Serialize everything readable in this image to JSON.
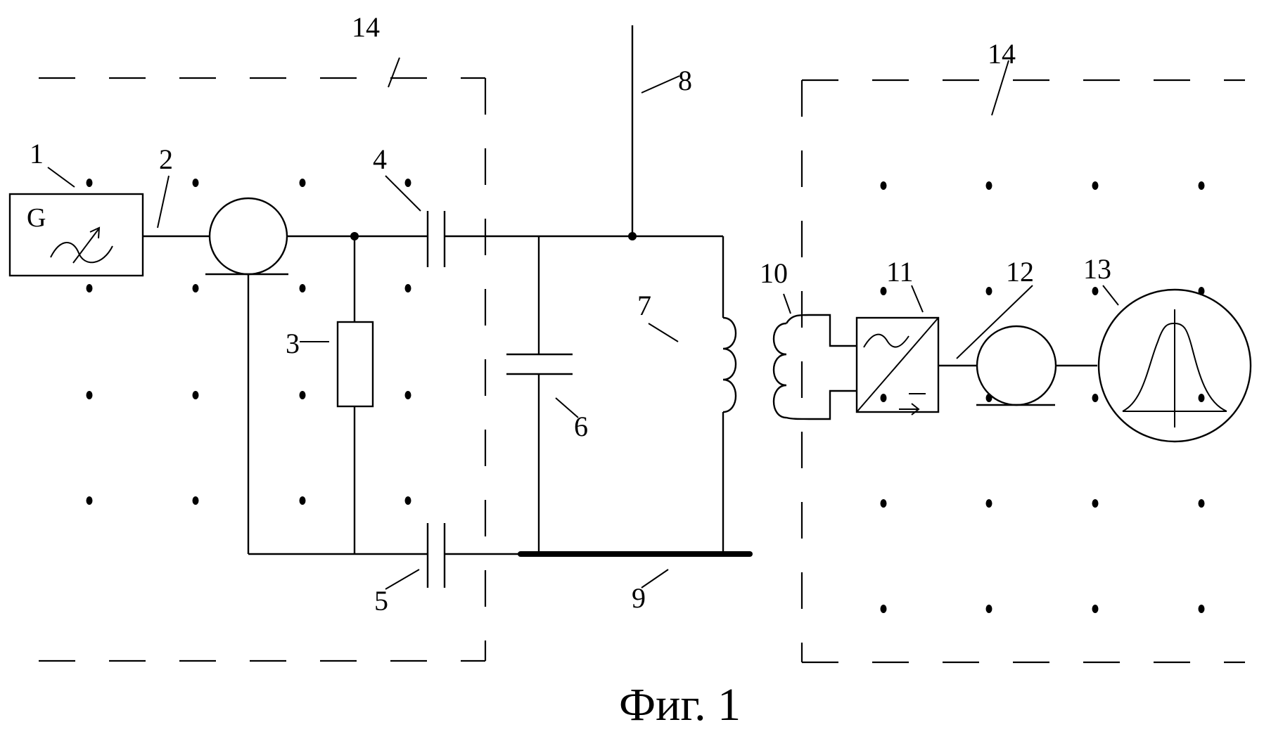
{
  "diagram": {
    "caption": "Фиг. 1",
    "generator_symbol": "G",
    "labels": {
      "n1": "1",
      "n2": "2",
      "n3": "3",
      "n4": "4",
      "n5": "5",
      "n6": "6",
      "n7": "7",
      "n8": "8",
      "n9": "9",
      "n10": "10",
      "n11": "11",
      "n12": "12",
      "n13": "13",
      "n14_left": "14",
      "n14_right": "14"
    }
  }
}
